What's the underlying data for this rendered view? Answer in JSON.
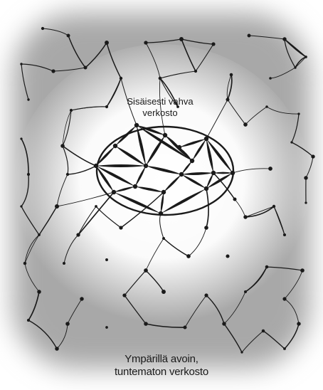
{
  "labels": {
    "inner": [
      "Sisäisesti vahva",
      "verkosto"
    ],
    "outer": [
      "Ympärillä avoin,",
      "tuntematon verkosto"
    ]
  },
  "colors": {
    "ink": "#1a1a1a",
    "haze": "#9a9a9a",
    "background": "#ffffff"
  }
}
